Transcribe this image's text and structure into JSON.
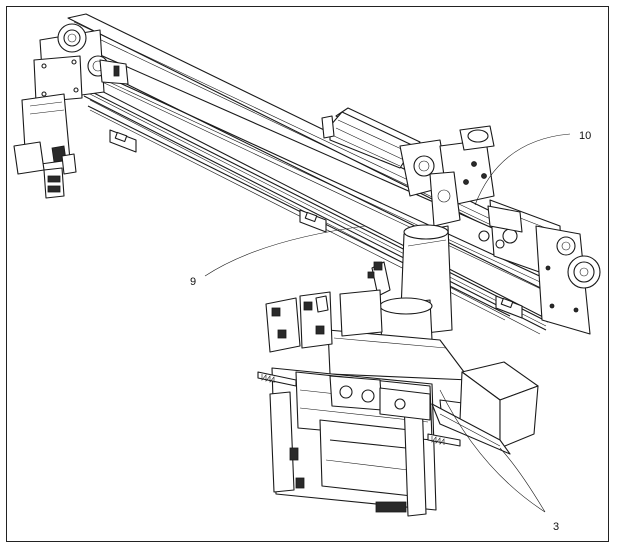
{
  "figure": {
    "callouts": [
      {
        "id": "callout-3",
        "label": "3"
      },
      {
        "id": "callout-9",
        "label": "9"
      },
      {
        "id": "callout-10",
        "label": "10"
      }
    ]
  },
  "colors": {
    "line": "#1a1a1a",
    "background": "#ffffff",
    "shade": "#2a2a2a"
  }
}
